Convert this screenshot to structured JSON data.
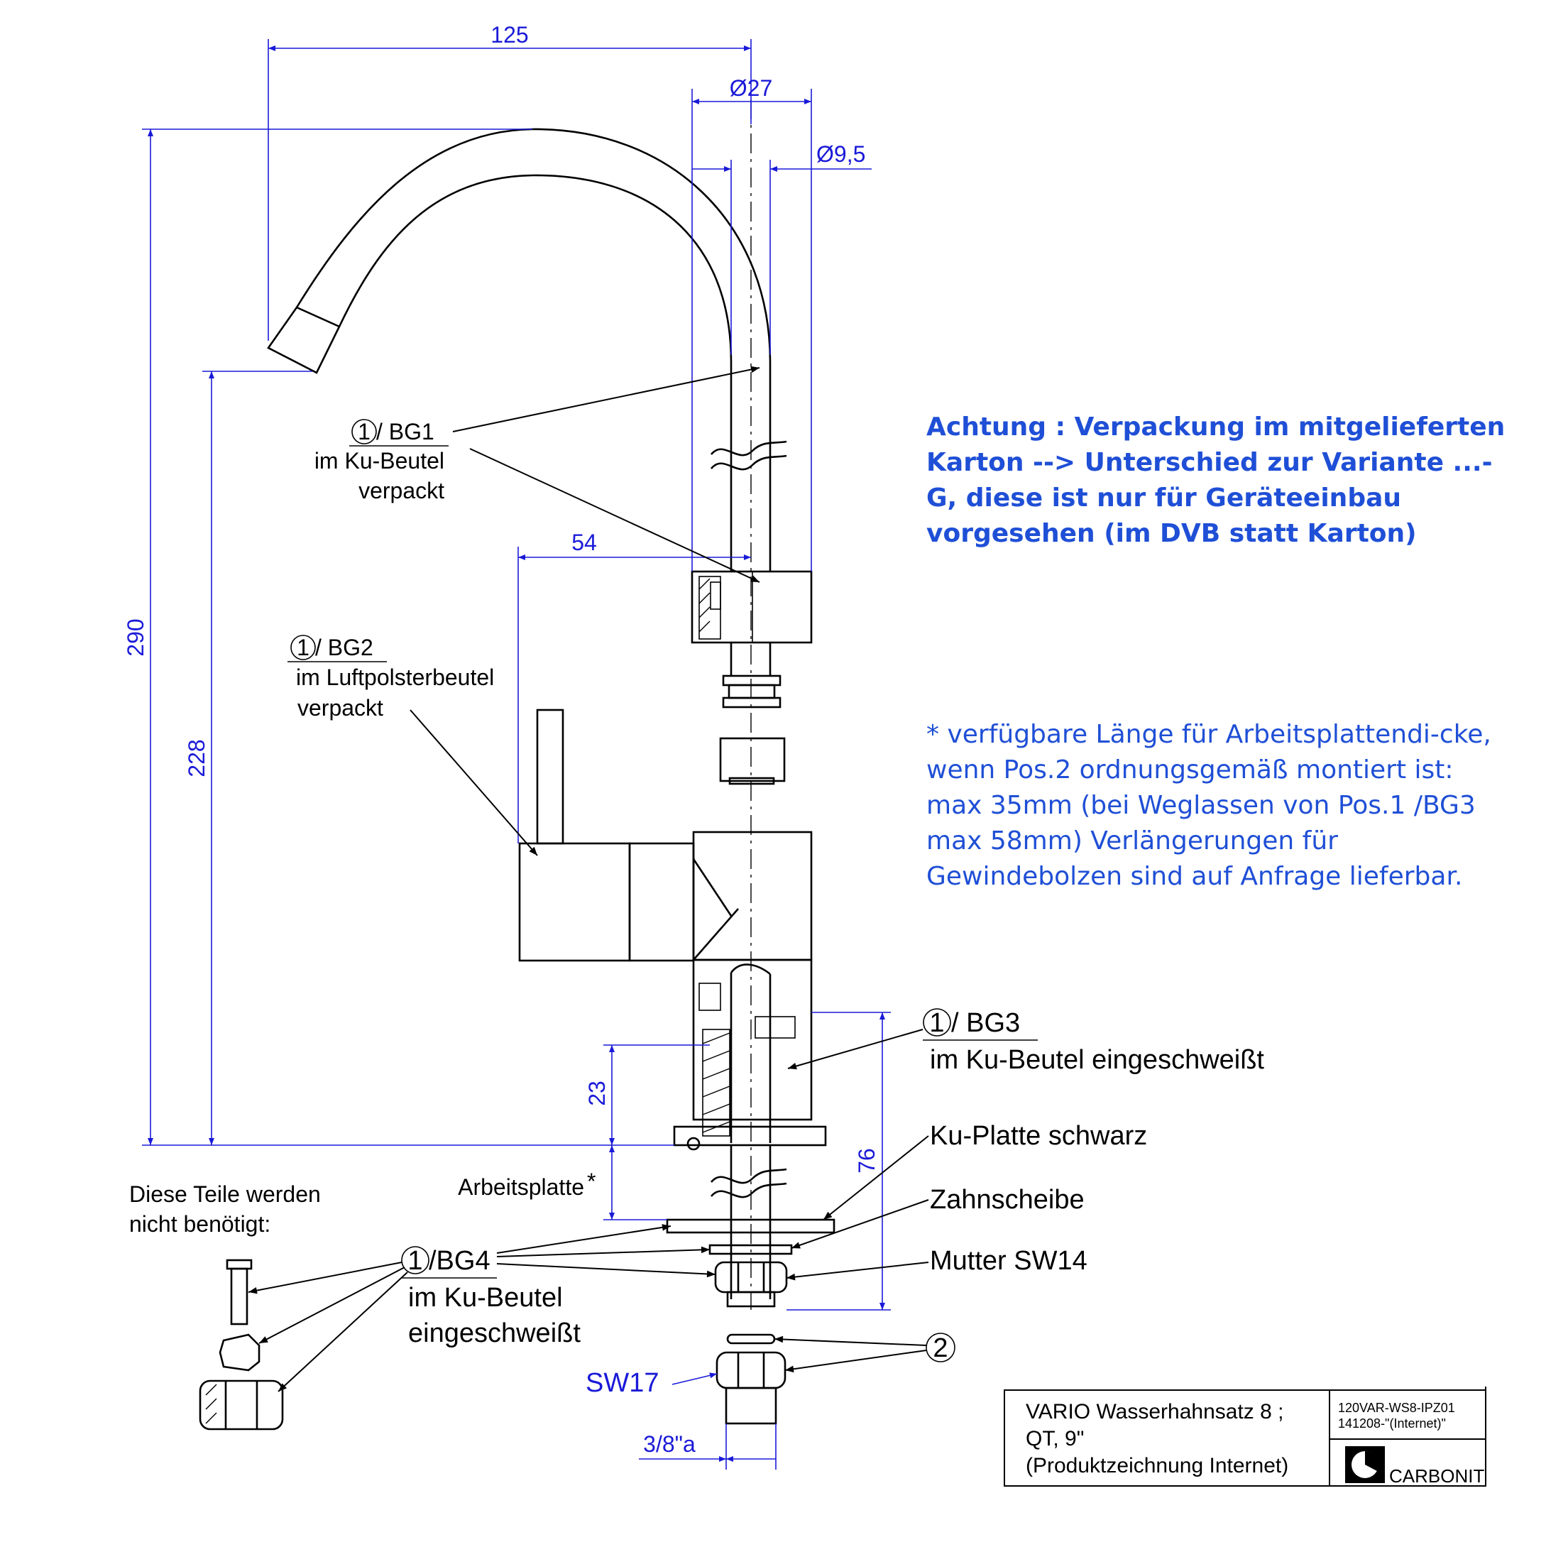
{
  "dimensions": {
    "spout_reach": "125",
    "body_diameter": "Ø27",
    "tube_diameter": "Ø9,5",
    "total_height": "290",
    "height_above_worktop": "228",
    "lever_offset": "54",
    "mount_thickness": "23",
    "thread_length": "76",
    "thread_size": "3/8\"a",
    "nut_size": "SW17"
  },
  "callouts": {
    "bg1": {
      "number": "1",
      "code": " / BG1",
      "line1": "im Ku-Beutel",
      "line2": "verpackt"
    },
    "bg2": {
      "number": "1",
      "code": " / BG2",
      "line1": "im Luftpolsterbeutel",
      "line2": "verpackt"
    },
    "bg3": {
      "number": "1",
      "code": " / BG3",
      "line1": "im Ku-Beutel eingeschweißt"
    },
    "bg4": {
      "number": "1",
      "code": "/BG4",
      "line1": "im Ku-Beutel",
      "line2": "eingeschweißt"
    },
    "pos2": {
      "number": "2"
    }
  },
  "part_labels": {
    "plate": "Ku-Platte schwarz",
    "washer": "Zahnscheibe",
    "nut": "Mutter SW14",
    "worktop": "Arbeitsplatte",
    "worktop_mark": "*",
    "unused_line1": "Diese Teile werden",
    "unused_line2": "nicht benötigt:"
  },
  "notes": {
    "warning": "Achtung : Verpackung im mitgelieferten Karton --> Unterschied zur Variante ...-G, diese ist nur für Geräteeinbau vorgesehen (im DVB statt Karton)",
    "asterisk": "* verfügbare Länge für Arbeitsplattendi-cke, wenn Pos.2 ordnungsgemäß montiert ist: max 35mm (bei Weglassen von Pos.1 /BG3 max 58mm) Verlängerungen für Gewindebolzen sind auf Anfrage lieferbar."
  },
  "title_block": {
    "title_line1": "VARIO Wasserhahnsatz 8 ;",
    "title_line2": "QT, 9\"",
    "title_line3": "(Produktzeichnung Internet)",
    "code_line1": "120VAR-WS8-IPZ01",
    "code_line2": "141208-\"(Internet)\"",
    "company": "CARBONIT"
  },
  "colors": {
    "dimension": "#1a1ad8",
    "note_text": "#1f4fd6",
    "outline": "#000000"
  }
}
